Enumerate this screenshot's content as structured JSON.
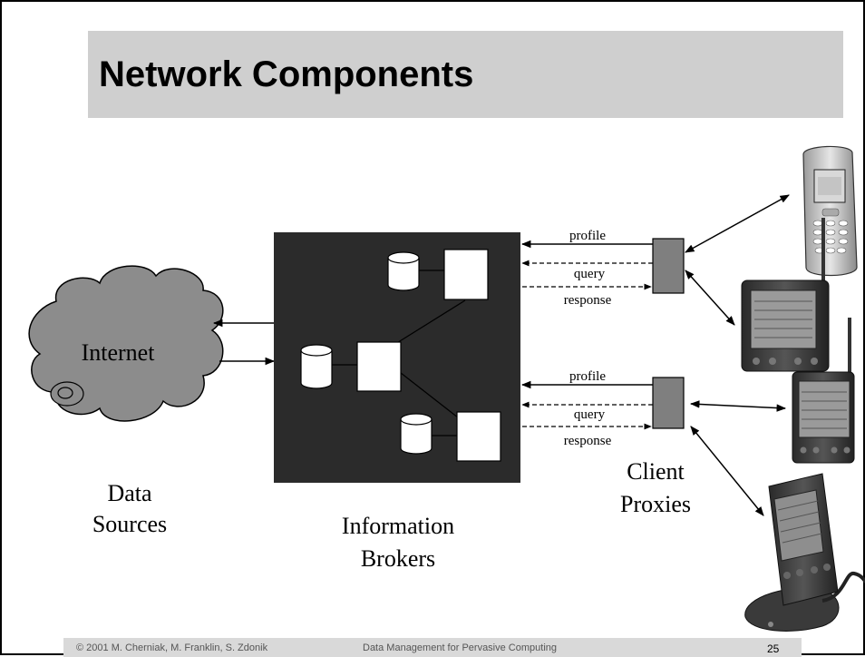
{
  "title": "Network Components",
  "cloud_label": "Internet",
  "arrow_labels": {
    "top": [
      "profile",
      "query",
      "response"
    ],
    "bottom": [
      "profile",
      "query",
      "response"
    ]
  },
  "captions": {
    "data_sources": [
      "Data",
      "Sources"
    ],
    "information_brokers": [
      "Information",
      "Brokers"
    ],
    "client_proxies": [
      "Client",
      "Proxies"
    ]
  },
  "footer": {
    "copyright": "© 2001 M. Cherniak, M. Franklin, S. Zdonik",
    "course": "Data Management for Pervasive Computing",
    "page": "25"
  },
  "colors": {
    "title_bar": "#cfcfcf",
    "broker_box": "#2b2b2b",
    "cloud": "#8c8c8c",
    "proxy_box": "#7f7f7f",
    "footer_bar": "#d9d9d9"
  },
  "icons": [
    "cloud-icon",
    "database-icon",
    "server-icon",
    "mobile-phone-icon",
    "pda-icon"
  ]
}
